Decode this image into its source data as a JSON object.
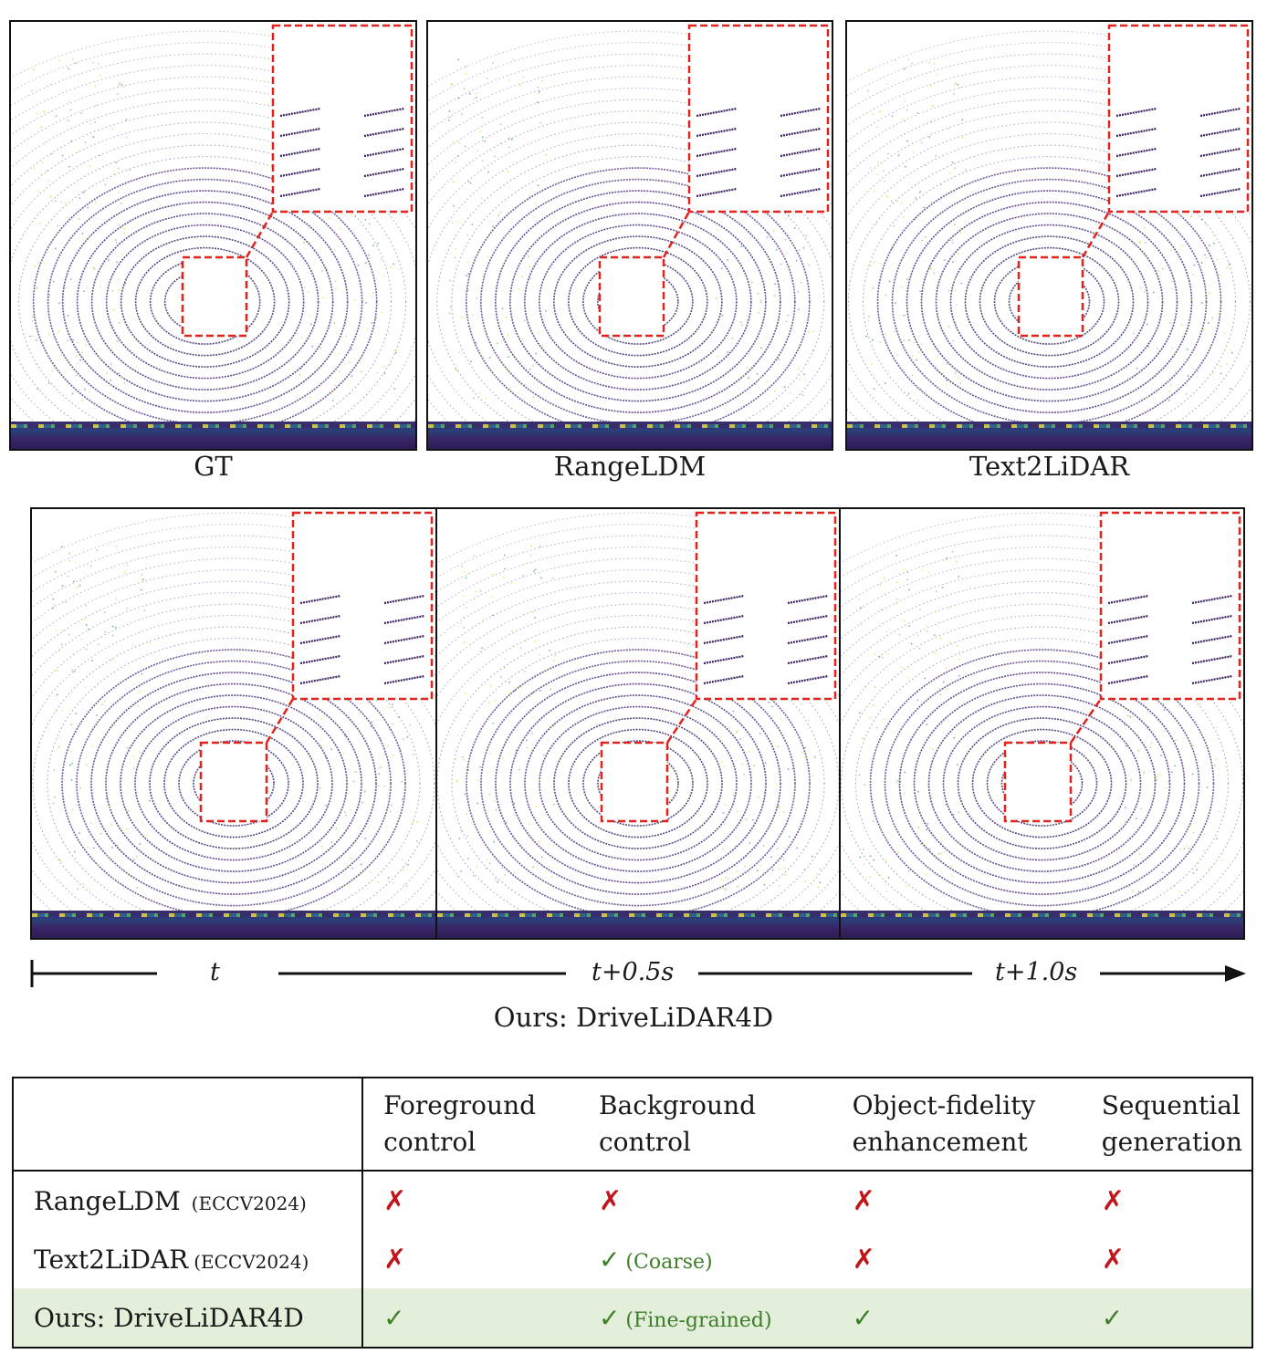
{
  "figure": {
    "top_captions": [
      "GT",
      "RangeLDM",
      "Text2LiDAR"
    ],
    "timeline": {
      "labels": [
        "t",
        "t+0.5s",
        "t+1.0s"
      ]
    },
    "bottom_caption": "Ours: DriveLiDAR4D"
  },
  "table": {
    "headers": [
      [
        "Foreground",
        "control"
      ],
      [
        "Background",
        "control"
      ],
      [
        "Object-fidelity",
        "enhancement"
      ],
      [
        "Sequential",
        "generation"
      ]
    ],
    "rows": [
      {
        "method": "RangeLDM",
        "venue": "(ECCV2024)",
        "cells": [
          {
            "mark": "✗",
            "note": ""
          },
          {
            "mark": "✗",
            "note": ""
          },
          {
            "mark": "✗",
            "note": ""
          },
          {
            "mark": "✗",
            "note": ""
          }
        ]
      },
      {
        "method": "Text2LiDAR",
        "venue": "(ECCV2024)",
        "cells": [
          {
            "mark": "✗",
            "note": ""
          },
          {
            "mark": "✓",
            "note": "(Coarse)"
          },
          {
            "mark": "✗",
            "note": ""
          },
          {
            "mark": "✗",
            "note": ""
          }
        ]
      },
      {
        "method": "Ours: DriveLiDAR4D",
        "venue": "",
        "cells": [
          {
            "mark": "✓",
            "note": ""
          },
          {
            "mark": "✓",
            "note": "(Fine-grained)"
          },
          {
            "mark": "✓",
            "note": ""
          },
          {
            "mark": "✓",
            "note": ""
          }
        ]
      }
    ]
  },
  "colors": {
    "cross": "#c0161c",
    "check": "#3c7d28",
    "highlight_row": "#e3efda",
    "zoom_box": "#e0231d"
  }
}
